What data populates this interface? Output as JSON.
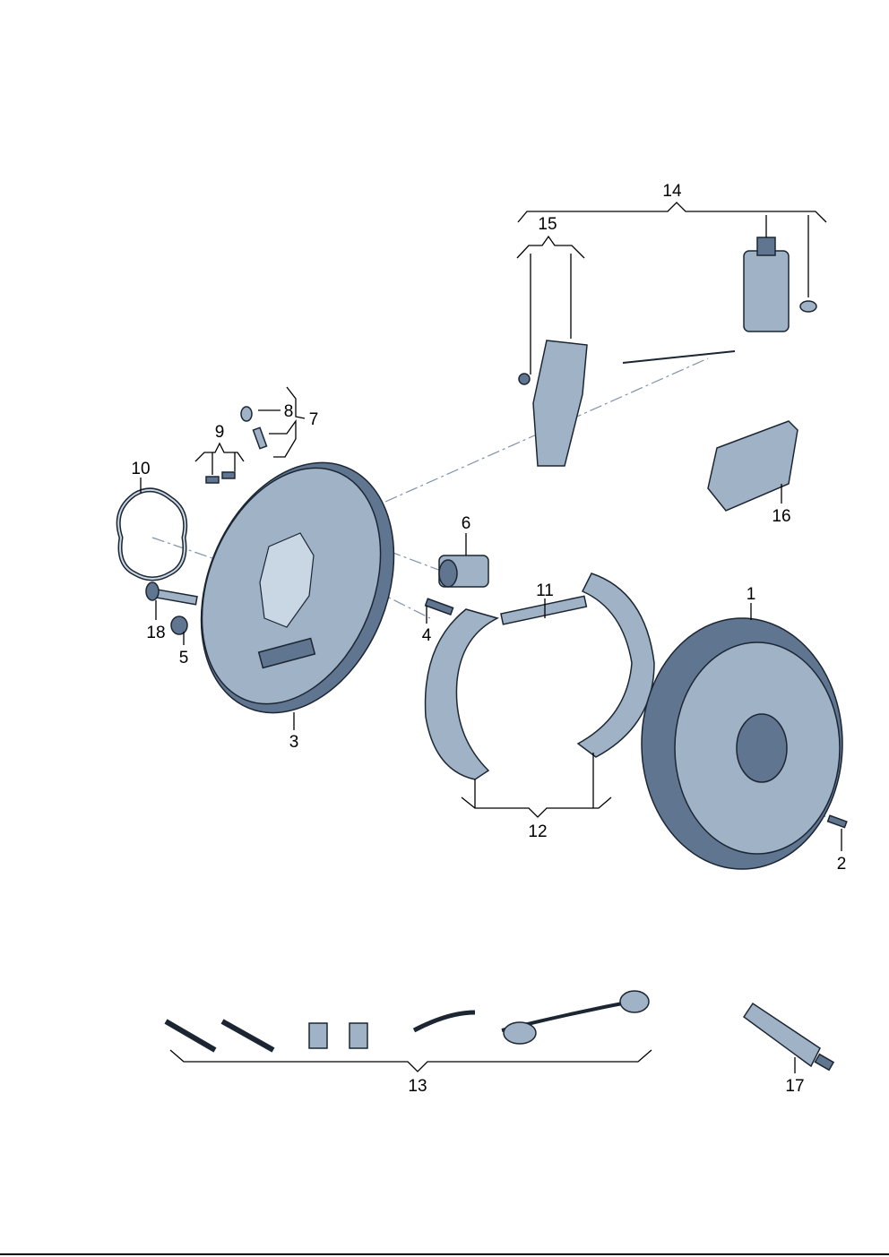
{
  "diagram": {
    "type": "exploded parts diagram",
    "callouts": [
      "1",
      "2",
      "3",
      "4",
      "5",
      "6",
      "7",
      "8",
      "9",
      "10",
      "11",
      "12",
      "13",
      "14",
      "15",
      "16",
      "17",
      "18"
    ],
    "colors": {
      "part": "#9fb2c6",
      "shade": "#5f7590",
      "outline": "#1c2633",
      "centerline": "#7f93aa"
    }
  }
}
